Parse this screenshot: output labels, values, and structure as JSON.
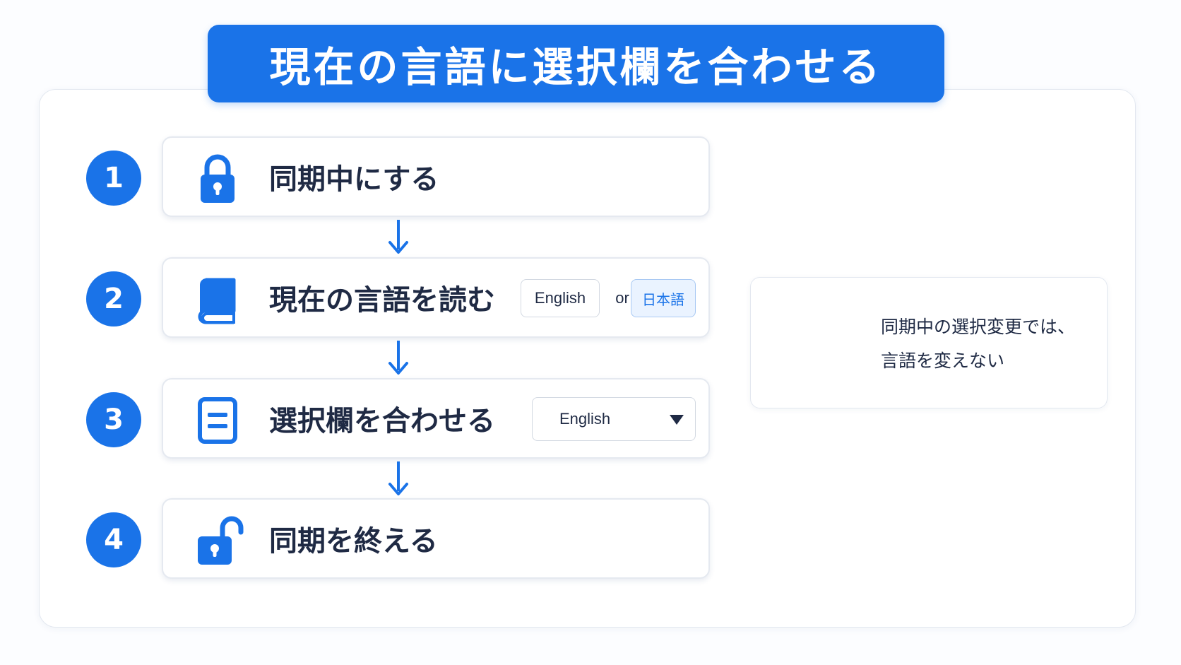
{
  "title": "現在の言語に選択欄を合わせる",
  "steps": [
    {
      "number": "1",
      "label": "同期中にする",
      "icon": "lock-closed-icon"
    },
    {
      "number": "2",
      "label": "現在の言語を読む",
      "icon": "book-icon"
    },
    {
      "number": "3",
      "label": "選択欄を合わせる",
      "icon": "form-icon"
    },
    {
      "number": "4",
      "label": "同期を終える",
      "icon": "lock-open-icon"
    }
  ],
  "language_options": {
    "english": "English",
    "connector": "or",
    "japanese": "日本語"
  },
  "select": {
    "value": "English"
  },
  "note": {
    "line1": "同期中の選択変更では、",
    "line2": "言語を変えない"
  },
  "colors": {
    "accent": "#1a73e8",
    "text": "#1f2a44",
    "border": "#e5e9f0"
  }
}
